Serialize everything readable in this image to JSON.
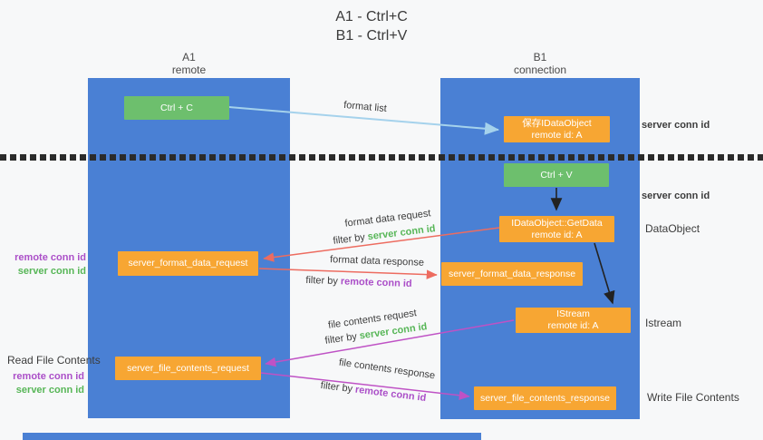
{
  "title": {
    "line1": "A1 - Ctrl+C",
    "line2": "B1 - Ctrl+V"
  },
  "lanes": {
    "a1": {
      "name": "A1",
      "role": "remote"
    },
    "b1": {
      "name": "B1",
      "role": "connection"
    }
  },
  "nodes": {
    "ctrl_c": {
      "label": "Ctrl + C"
    },
    "save_dataobject": {
      "line1": "保存IDataObject",
      "line2": "remote id: A"
    },
    "ctrl_v": {
      "label": "Ctrl + V"
    },
    "getdata": {
      "line1": "IDataObject::GetData",
      "line2": "remote id: A"
    },
    "format_request": {
      "label": "server_format_data_request"
    },
    "format_response": {
      "label": "server_format_data_response"
    },
    "istream": {
      "line1": "IStream",
      "line2": "remote id: A"
    },
    "file_request": {
      "label": "server_file_contents_request"
    },
    "file_response": {
      "label": "server_file_contents_response"
    }
  },
  "edges": {
    "format_list": "format list",
    "format_data_request": "format data request",
    "format_data_response": "format data response",
    "file_contents_request": "file contents request",
    "file_contents_response": "file contents response",
    "filter_by": "filter by"
  },
  "ids": {
    "server_conn": "server conn id",
    "remote_conn": "remote conn id"
  },
  "annotations": {
    "dataobject": "DataObject",
    "istream": "Istream",
    "read_file": "Read File Contents",
    "write_file": "Write File Contents"
  },
  "colors": {
    "bg": "#f7f8f9",
    "lane_blue": "#4a80d4",
    "node_orange": "#f7a633",
    "node_green": "#6dbf6d",
    "arrow_red": "#ed6c60",
    "arrow_magenta": "#bf52c5",
    "arrow_blue": "#a5d2ec",
    "arrow_black": "#222222",
    "text_green": "#57b657",
    "text_purple": "#ab4fc8",
    "text_dark": "#3c3c3c"
  }
}
